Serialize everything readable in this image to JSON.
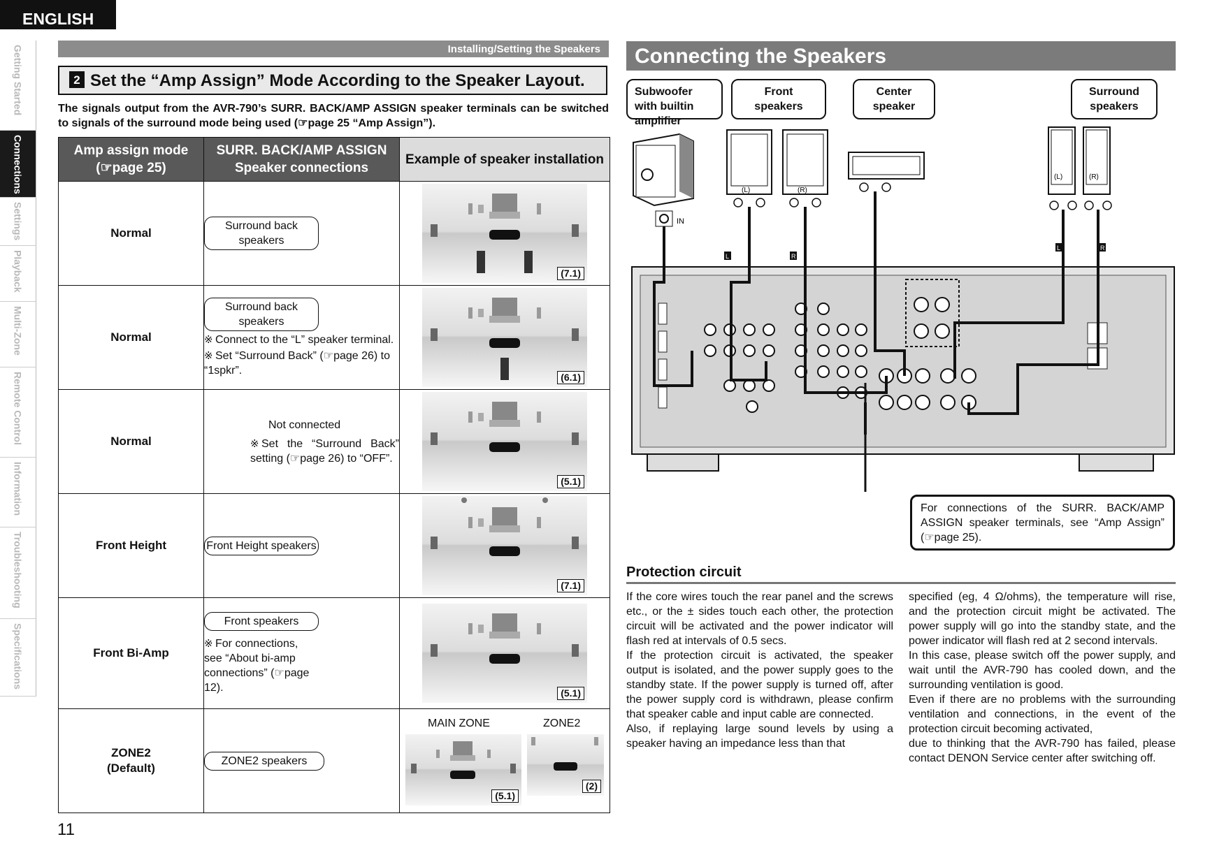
{
  "language": "ENGLISH",
  "page_number": "11",
  "side_tabs": [
    "Getting Started",
    "Connections",
    "Settings",
    "Playback",
    "Multi-Zone",
    "Remote Control",
    "Information",
    "Troubleshooting",
    "Specifications"
  ],
  "active_tab": "Connections",
  "left": {
    "section_bar": "Installing/Setting the Speakers",
    "heading_num": "2",
    "heading": "Set the “Amp Assign” Mode According to the Speaker Layout.",
    "intro": "The signals output from the AVR-790’s SURR. BACK/AMP ASSIGN speaker terminals can be switched to signals of the surround mode being used (☞page 25 “Amp Assign”).",
    "table": {
      "col1": "Amp assign mode",
      "col1b": "(☞page 25)",
      "col2": "SURR. BACK/AMP ASSIGN",
      "col2b": "Speaker connections",
      "col3": "Example of speaker installation",
      "rows": [
        {
          "mode": "Normal",
          "pill": "Surround back speakers",
          "text": "",
          "notes": [],
          "badge": "(7.1)"
        },
        {
          "mode": "Normal",
          "pill": "Surround back speakers",
          "text": "",
          "notes": [
            "Connect to the “L” speaker terminal.",
            "Set “Surround Back” (☞page 26) to “1spkr”."
          ],
          "badge": "(6.1)"
        },
        {
          "mode": "Normal",
          "pill": "",
          "text": "Not connected",
          "notes": [
            "Set the “Surround Back” setting (☞page 26) to “OFF”."
          ],
          "badge": "(5.1)"
        },
        {
          "mode": "Front Height",
          "pill": "Front Height speakers",
          "text": "",
          "notes": [],
          "badge": "(7.1)"
        },
        {
          "mode": "Front Bi-Amp",
          "pill": "Front speakers",
          "text": "",
          "notes": [
            "For connections, see “About bi-amp connections” (☞page 12)."
          ],
          "badge": "(5.1)"
        },
        {
          "mode": "ZONE2",
          "mode2": "(Default)",
          "pill": "ZONE2 speakers",
          "text": "",
          "notes": [],
          "main_zone": "MAIN ZONE",
          "zone2": "ZONE2",
          "badge": "(5.1)",
          "badge2": "(2)"
        }
      ]
    }
  },
  "right": {
    "title": "Connecting the Speakers",
    "callouts": {
      "subwoofer": "Subwoofer with builtin amplifier",
      "front": "Front speakers",
      "center": "Center speaker",
      "surround": "Surround speakers"
    },
    "speaker_labels": {
      "left": "(L)",
      "right": "(R)",
      "in": "IN",
      "L": "L",
      "R": "R"
    },
    "infobox": "For connections of the SURR. BACK/AMP ASSIGN speaker terminals, see “Amp Assign” (☞page 25).",
    "protection": {
      "heading": "Protection circuit",
      "col1": [
        "If the core wires touch the rear panel and the screws etc., or the ± sides touch each other, the protection circuit will be activated and the power indicator will flash red at intervals of 0.5 secs.",
        "If the protection circuit is activated, the speaker output is isolated, and the power supply goes to the standby state. If the power supply is turned off, after the power supply cord is withdrawn, please confirm that speaker cable and input cable are connected.",
        "Also, if replaying large sound levels by using a speaker having an impedance less than that"
      ],
      "col2": [
        "specified (eg, 4 Ω/ohms), the temperature will rise, and the protection circuit might be activated. The power supply will go into the standby state, and the power indicator will flash red at 2 second intervals.",
        "In this case, please switch off the power supply, and wait until the AVR-790 has cooled down, and the surrounding ventilation is good.",
        "Even if there are no problems with the surrounding ventilation and connections, in the event of the protection circuit becoming activated,",
        "due to thinking that the AVR-790 has failed, please contact DENON Service center after switching off."
      ]
    }
  }
}
